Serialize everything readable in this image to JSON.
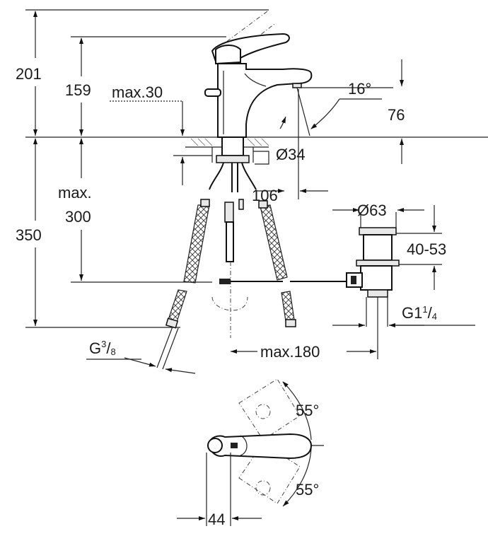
{
  "dimensions": {
    "overall_height": "201",
    "spout_height": "159",
    "deck_thickness_max": "max.30",
    "spout_angle": "16°",
    "spout_to_deck": "76",
    "hole_diameter": "Ø34",
    "reach": "106",
    "hose_length_max_line1": "max.",
    "hose_length_max_line2": "300",
    "below_deck": "350",
    "waste_diameter": "Ø63",
    "waste_range": "40-53",
    "waste_thread_main": "G1",
    "waste_thread_sup": "1",
    "waste_thread_sub": "4",
    "inlet_thread_main": "G",
    "inlet_thread_sup": "3",
    "inlet_thread_sub": "8",
    "popup_distance": "max.180",
    "lever_angle_top": "55°",
    "lever_angle_bottom": "55°",
    "lever_offset": "44"
  }
}
